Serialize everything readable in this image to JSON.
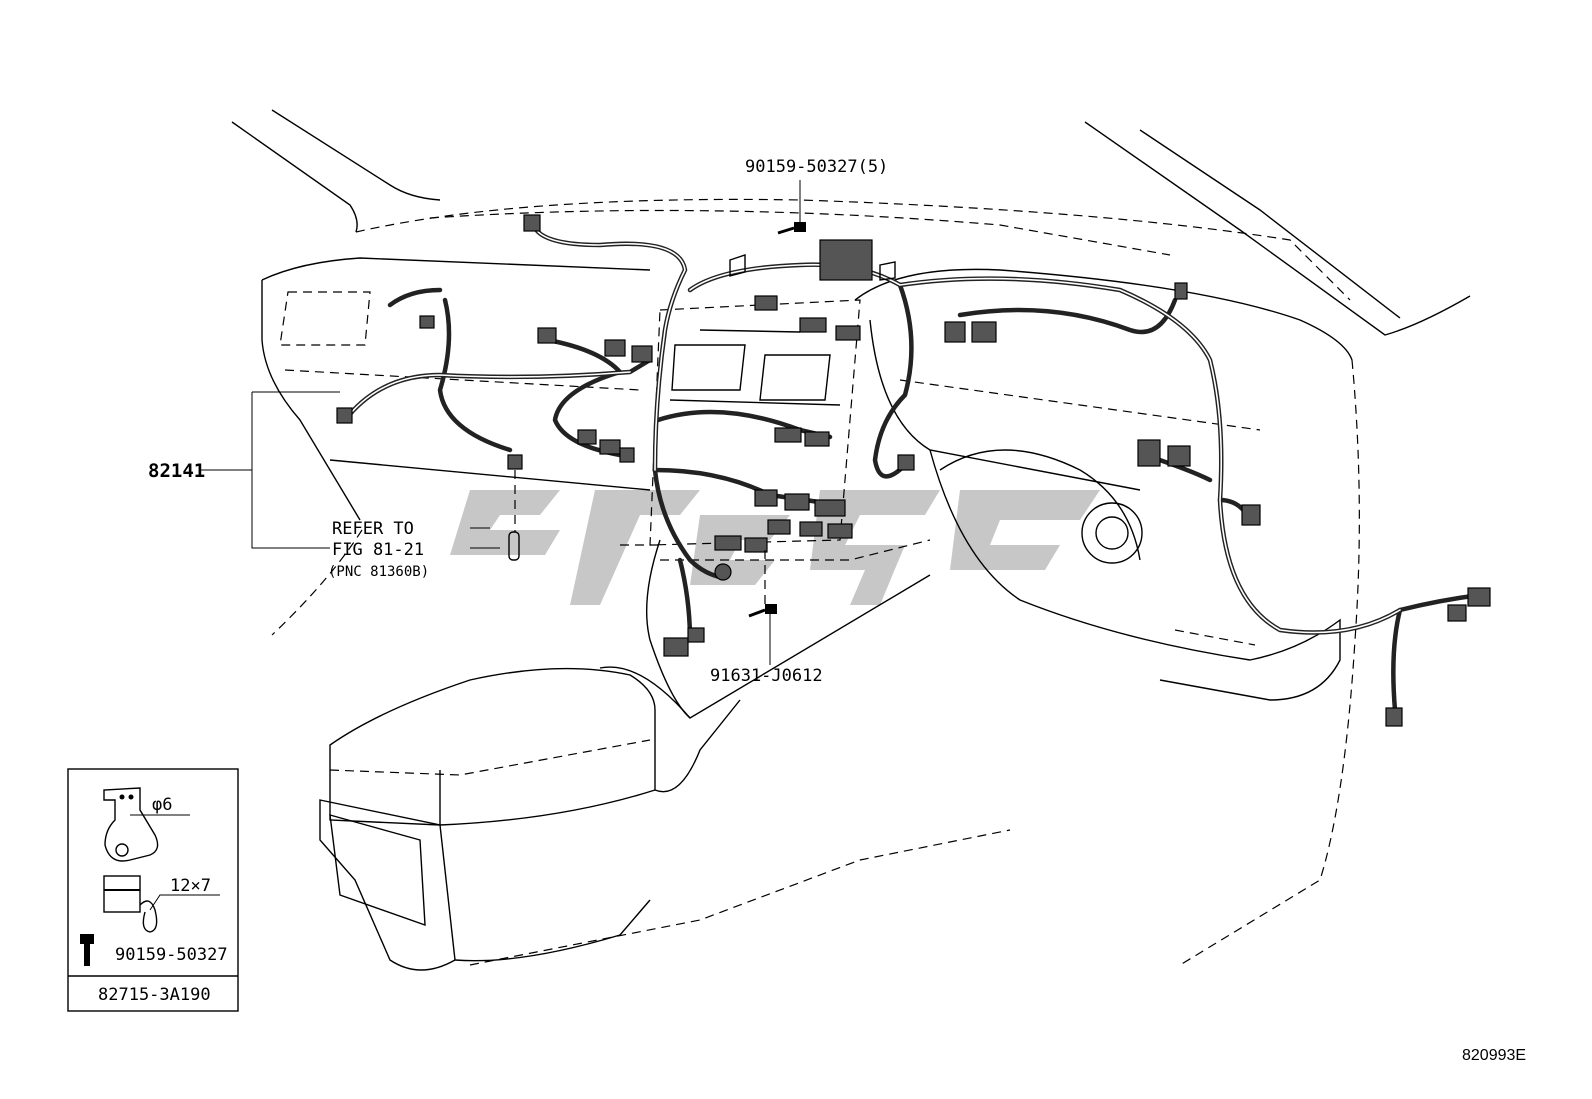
{
  "parts": {
    "bolt_top": "90159-50327(5)",
    "harness": "82141",
    "bolt_lower": "91631-J0612"
  },
  "refer": {
    "line1": "REFER TO",
    "line2": "FIG 81-21",
    "line3": "(PNC 81360B)"
  },
  "inset": {
    "hole_dia": "φ6",
    "clip_size": "12×7",
    "bolt": "90159-50327",
    "part_number": "82715-3A190"
  },
  "figure_id": "820993E"
}
